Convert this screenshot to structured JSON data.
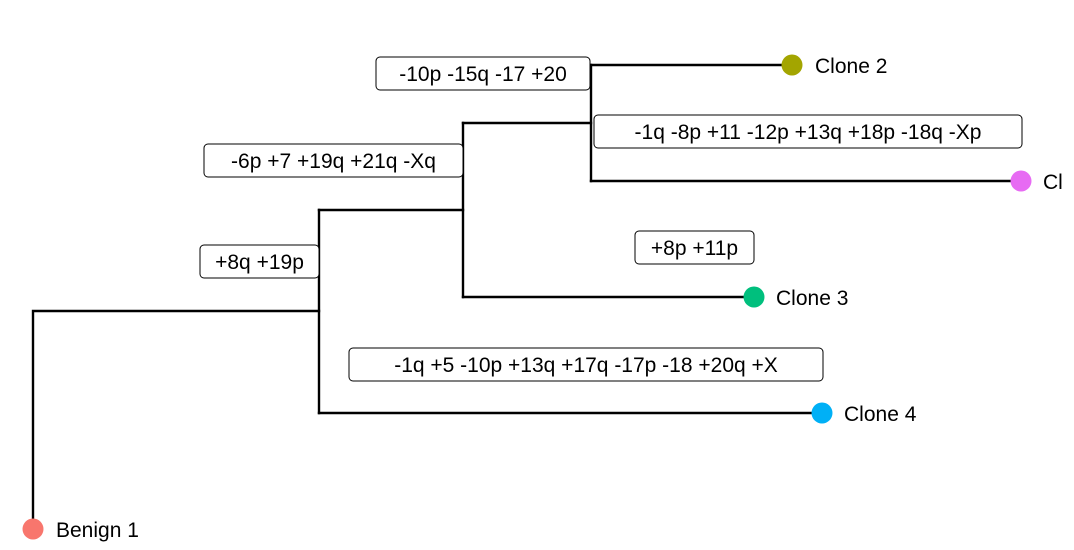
{
  "tree": {
    "tips": [
      {
        "id": "benign1",
        "label": "Benign 1",
        "color": "#F8766D"
      },
      {
        "id": "clone2",
        "label": "Clone 2",
        "color": "#A3A500"
      },
      {
        "id": "clone3",
        "label": "Clone 3",
        "color": "#00BF7D"
      },
      {
        "id": "clone4",
        "label": "Clone 4",
        "color": "#00B0F6"
      },
      {
        "id": "clone5",
        "label": "Cl",
        "color": "#E76BF3"
      }
    ],
    "branch_labels": [
      {
        "id": "b1",
        "text": "+8q +19p"
      },
      {
        "id": "b2",
        "text": "-6p +7 +19q +21q -Xq"
      },
      {
        "id": "b3",
        "text": "-10p -15q -17 +20"
      },
      {
        "id": "b4",
        "text": "-1q -8p +11 -12p +13q +18p -18q -Xp"
      },
      {
        "id": "b5",
        "text": "+8p +11p"
      },
      {
        "id": "b6",
        "text": "-1q +5 -10p +13q +17q -17p -18 +20q +X"
      }
    ]
  }
}
